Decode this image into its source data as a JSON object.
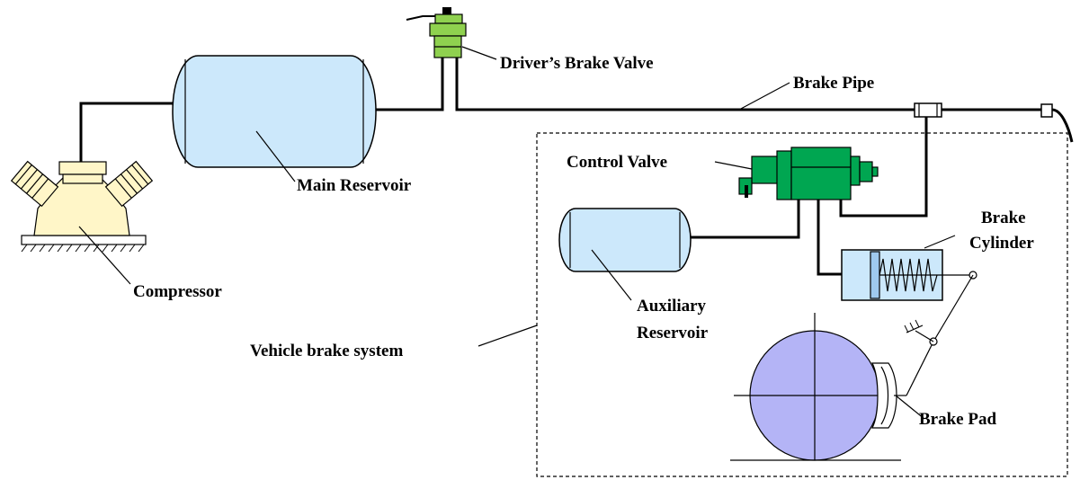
{
  "labels": {
    "drivers_brake_valve": "Driver’s Brake Valve",
    "brake_pipe": "Brake Pipe",
    "control_valve": "Control Valve",
    "brake_cylinder_line1": "Brake",
    "brake_cylinder_line2": "Cylinder",
    "main_reservoir": "Main Reservoir",
    "compressor": "Compressor",
    "auxiliary_reservoir_line1": "Auxiliary",
    "auxiliary_reservoir_line2": "Reservoir",
    "vehicle_brake_system": "Vehicle brake system",
    "brake_pad": "Brake Pad"
  },
  "colors": {
    "reservoir_fill": "#cce8fb",
    "control_valve": "#00a651",
    "drivers_valve": "#8fd14f",
    "compressor": "#fff6c8",
    "wheel": "#b4b4f6"
  }
}
